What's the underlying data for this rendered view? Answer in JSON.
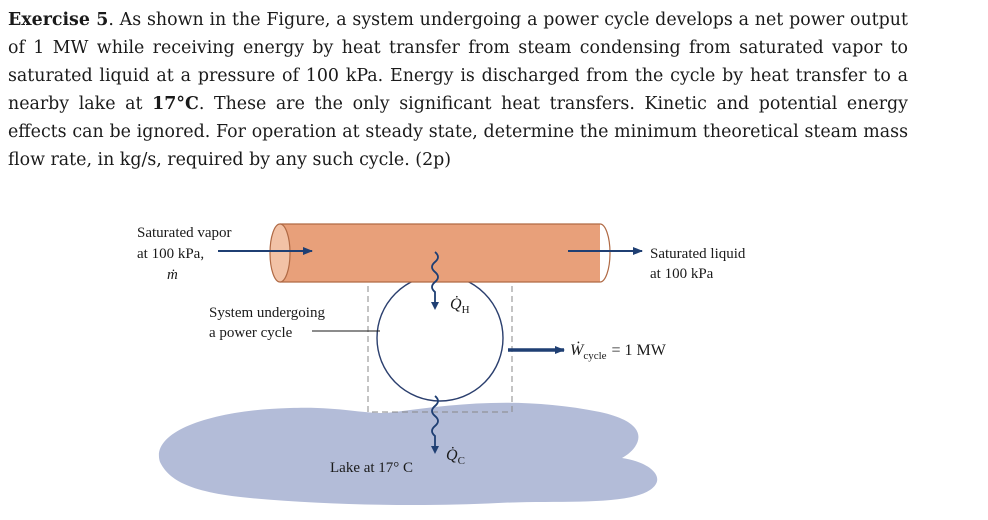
{
  "exercise": {
    "label": "Exercise 5",
    "text": ". As shown in the Figure, a system undergoing a power cycle develops a net power output of 1 MW while receiving energy by heat transfer from steam condensing from saturated vapor to saturated liquid at a pressure of 100 kPa. Energy is discharged from the cycle by heat transfer to a nearby lake at ",
    "lake_temp": "17°C",
    "text_end": ". These are the only significant heat transfers. Kinetic and potential energy effects can be ignored. For operation at steady state, determine the minimum theoretical steam mass flow rate, in kg/s, required by any such cycle. (2p)"
  },
  "figure": {
    "inlet_line1": "Saturated vapor",
    "inlet_line2": "at 100 kPa,",
    "mass_flow_symbol": "ṁ",
    "outlet_line1": "Saturated liquid",
    "outlet_line2": "at 100 kPa",
    "system_line1": "System undergoing",
    "system_line2": "a power cycle",
    "q_symbol": "Q̇",
    "q_hot_sub": "H",
    "q_cold_sub": "C",
    "w_symbol": "Ẇ",
    "w_sub": "cycle",
    "w_value": "= 1 MW",
    "lake_label": "Lake at 17° C",
    "colors": {
      "pipe": "#e8a07a",
      "pipe_edge": "#b06a45",
      "lake": "#b3bcd8",
      "arrow": "#1f3f73"
    }
  }
}
